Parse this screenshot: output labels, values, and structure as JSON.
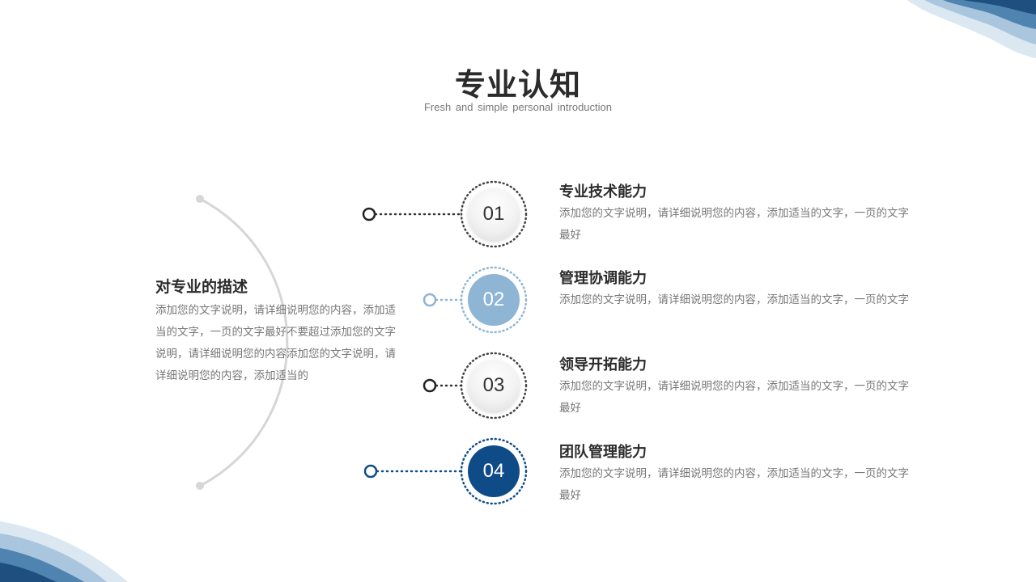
{
  "header": {
    "title": "专业认知",
    "subtitle": "Fresh and simple personal introduction"
  },
  "left": {
    "heading": "对专业的描述",
    "description": "添加您的文字说明，请详细说明您的内容，添加适当的文字，一页的文字最好不要超过添加您的文字说明，请详细说明您的内容添加您的文字说明，请详细说明您的内容，添加适当的"
  },
  "items": [
    {
      "number": "01",
      "title": "专业技术能力",
      "description": "添加您的文字说明，请详细说明您的内容，添加适当的文字，一页的文字最好"
    },
    {
      "number": "02",
      "title": "管理协调能力",
      "description": "添加您的文字说明，请详细说明您的内容，添加适当的文字，一页的文字"
    },
    {
      "number": "03",
      "title": "领导开拓能力",
      "description": "添加您的文字说明，请详细说明您的内容，添加适当的文字，一页的文字最好"
    },
    {
      "number": "04",
      "title": "团队管理能力",
      "description": "添加您的文字说明，请详细说明您的内容，添加适当的文字，一页的文字最好"
    }
  ],
  "colors": {
    "dark_text": "#2b2b2b",
    "light_blue": "#8fb5d4",
    "dark_blue": "#0f4c87",
    "arc_gray": "#d6d6d6"
  }
}
